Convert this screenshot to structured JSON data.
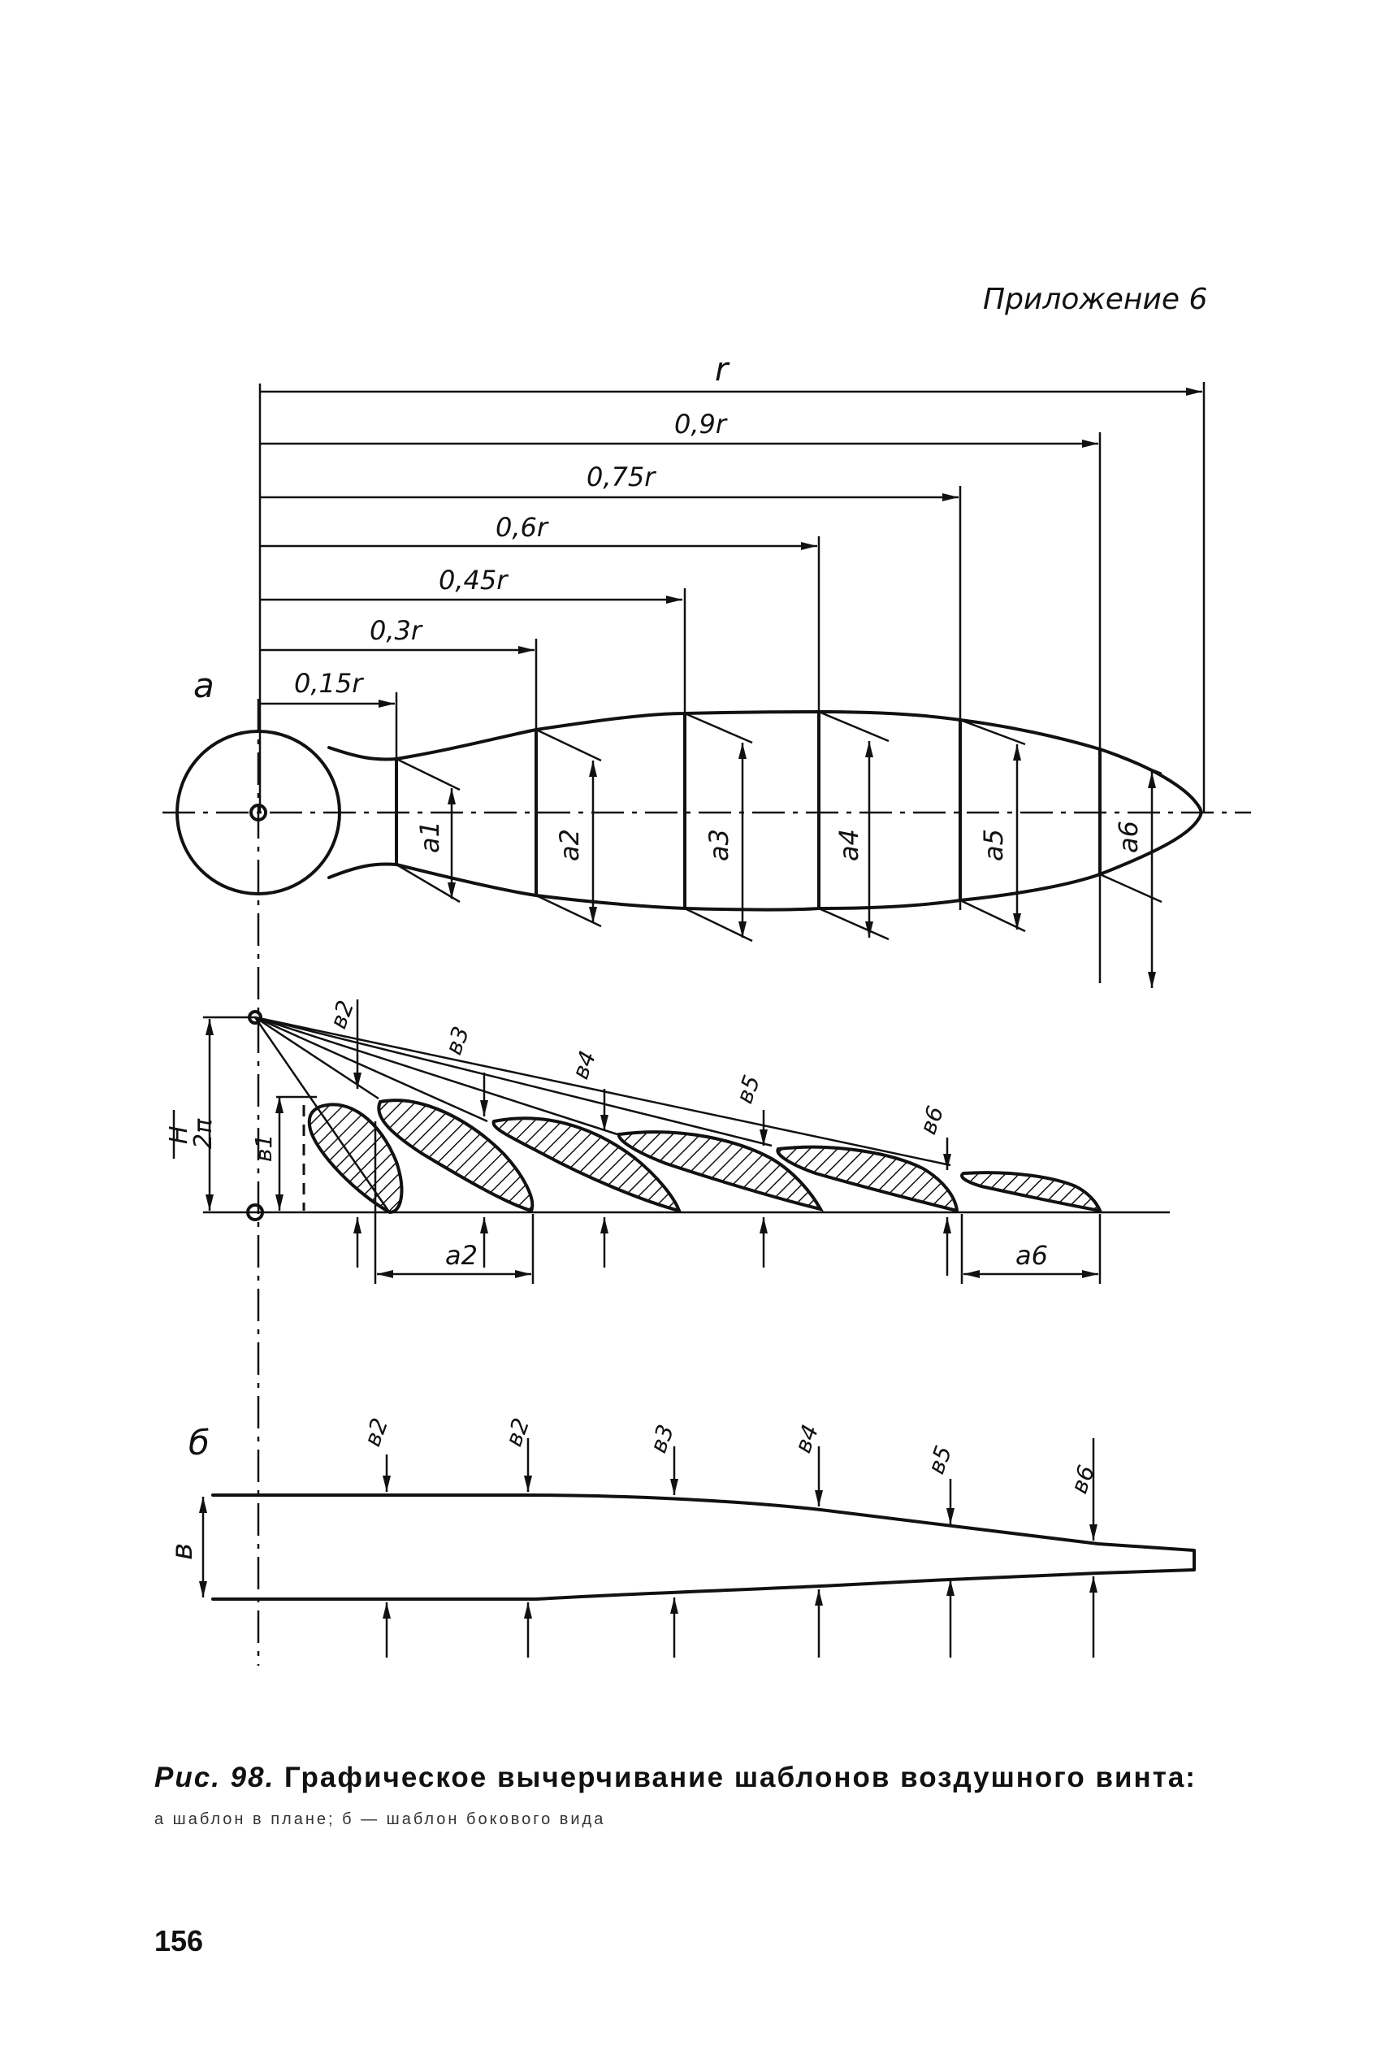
{
  "header": {
    "appendix": "Приложение 6"
  },
  "drawing": {
    "radius_labels": [
      "r",
      "0,9r",
      "0,75r",
      "0,6r",
      "0,45r",
      "0,3r",
      "0,15r"
    ],
    "view_a_label": "а",
    "view_b_label": "б",
    "chord_labels": [
      "a1",
      "a2",
      "a3",
      "a4",
      "a5",
      "a6"
    ],
    "thickness_labels": [
      "в1",
      "в2",
      "в3",
      "в4",
      "в5",
      "в6"
    ],
    "side_view_thickness_labels": [
      "в2",
      "в2",
      "в3",
      "в4",
      "в5",
      "в6"
    ],
    "pitch_label_top": "H",
    "pitch_label_bottom": "2π",
    "section_chord_labels": [
      "a2",
      "a6"
    ],
    "side_thickness_label": "в"
  },
  "caption": {
    "figure": "Рис. 98.",
    "title": "Графическое вычерчивание шаблонов воздушного винта:",
    "subtitle": "а  шаблон в плане; б — шаблон бокового вида"
  },
  "page_number": "156"
}
